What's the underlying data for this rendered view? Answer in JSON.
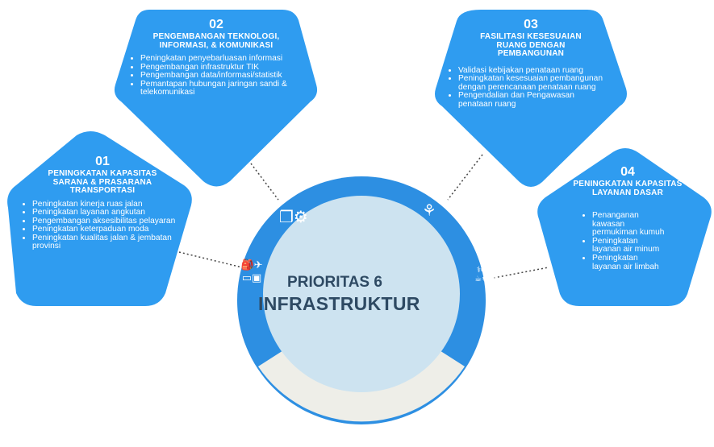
{
  "center": {
    "subtitle": "PRIORITAS 6",
    "title": "INFRASTRUKTUR"
  },
  "colors": {
    "card": "#2f9cf0",
    "ring": "#2d8fe2",
    "inner_circle": "#cde3f0",
    "bottom_arc": "#eeeee8",
    "text_dark": "#2e4a63"
  },
  "cards": [
    {
      "number": "01",
      "title": "PENINGKATAN KAPASITAS SARANA & PRASARANA TRANSPORTASI",
      "bullets": [
        "Peningkatan kinerja ruas jalan",
        "Peningkatan layanan angkutan",
        "Pengembangan aksesibilitas pelayaran",
        "Peningkatan keterpaduan moda",
        "Peningkatan kualitas jalan & jembatan provinsi"
      ],
      "icon": "transport-icon"
    },
    {
      "number": "02",
      "title": "PENGEMBANGAN TEKNOLOGI, INFORMASI, & KOMUNIKASI",
      "bullets": [
        "Peningkatan penyebarluasan informasi",
        "Pengembangan infrastruktur TIK",
        "Pengembangan data/informasi/statistik",
        "Pemantapan hubungan jaringan sandi & telekomunikasi"
      ],
      "icon": "computer-icon"
    },
    {
      "number": "03",
      "title": "FASILITASI KESESUAIAN RUANG DENGAN PEMBANGUNAN",
      "bullets": [
        "Validasi kebijakan penataan ruang",
        "Peningkatan kesesuaian pembangunan dengan perencanaan penataan ruang",
        "Pengendalian dan Pengawasan penataan ruang"
      ],
      "icon": "growth-icon"
    },
    {
      "number": "04",
      "title": "PENINGKATAN KAPASITAS LAYANAN DASAR",
      "bullets": [
        "Penanganan kawasan permukiman kumuh",
        "Peningkatan layanan air minum",
        "Peningkatan layanan air limbah"
      ],
      "icon": "utilities-icon"
    }
  ]
}
